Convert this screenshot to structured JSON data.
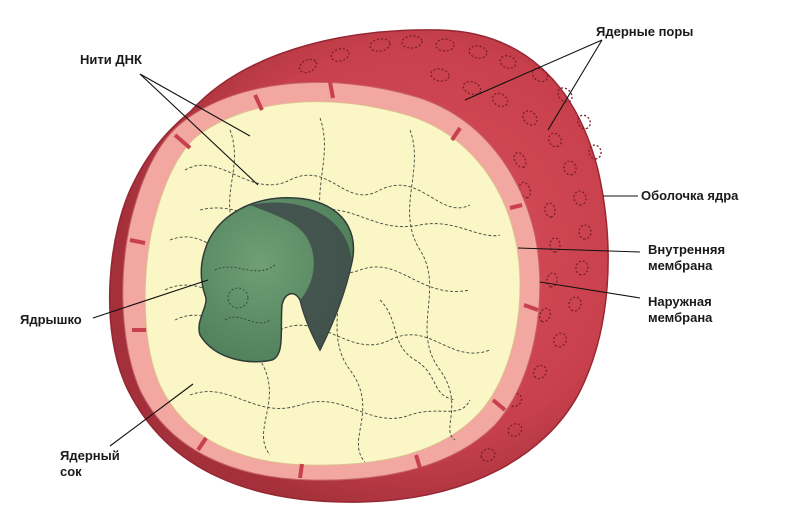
{
  "labels": {
    "dna_threads": "Нити ДНК",
    "nuclear_pores": "Ядерные поры",
    "nuclear_envelope": "Оболочка ядра",
    "inner_membrane": [
      "Внутренняя",
      "мембрана"
    ],
    "outer_membrane": [
      "Наружная",
      "мембрана"
    ],
    "nucleolus": "Ядрышко",
    "nuclear_sap": [
      "Ядерный",
      "сок"
    ]
  },
  "colors": {
    "envelope": "#c8404c",
    "envelope_dark": "#a82a36",
    "inner_membrane": "#f2a7a0",
    "nucleoplasm": "#fbf6c6",
    "nucleolus": "#5e8f66",
    "nucleolus_dark": "#3f4a4a",
    "line": "#111111"
  }
}
